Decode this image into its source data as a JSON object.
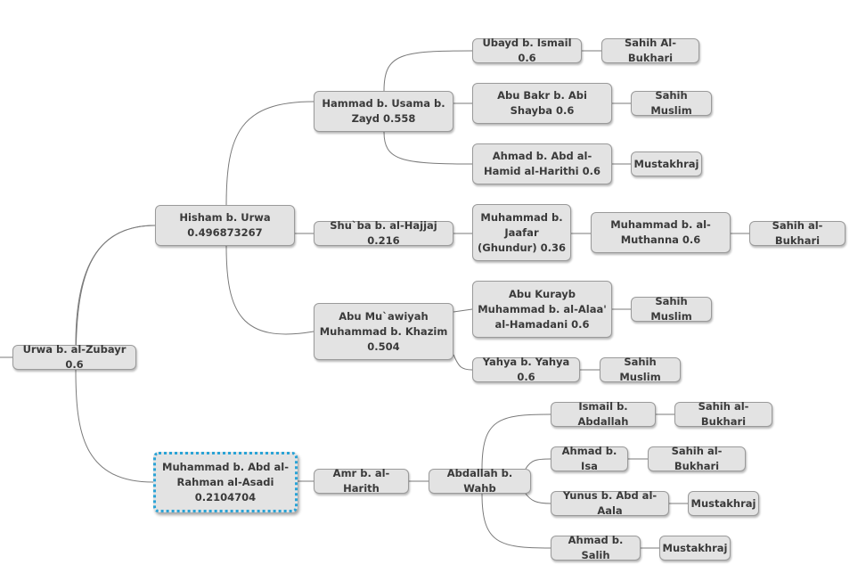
{
  "nodes": {
    "urwa": "Urwa b. al-Zubayr 0.6",
    "hisham": "Hisham b. Urwa 0.496873267",
    "muhammad_asadi": "Muhammad b. Abd al-Rahman al-Asadi 0.2104704",
    "hammad": "Hammad b. Usama b. Zayd 0.558",
    "shuba": "Shu`ba b. al-Hajjaj 0.216",
    "abu_muawiyah": "Abu Mu`awiyah Muhammad b. Khazim 0.504",
    "amr": "Amr b. al-Harith",
    "ubayd": "Ubayd b. Ismail 0.6",
    "abu_bakr": "Abu Bakr b. Abi Shayba 0.6",
    "ahmad_harithi": "Ahmad b. Abd al-Hamid al-Harithi 0.6",
    "muhammad_jaafar": "Muhammad b. Jaafar (Ghundur) 0.36",
    "abu_kurayb": "Abu Kurayb Muhammad b. al-Alaa' al-Hamadani 0.6",
    "yahya": "Yahya b. Yahya 0.6",
    "abdallah_wahb": "Abdallah b. Wahb",
    "muhammad_muthanna": "Muhammad b. al-Muthanna 0.6",
    "ismail": "Ismail b. Abdallah",
    "ahmad_isa": "Ahmad b. Isa",
    "yunus": "Yunus b. Abd al-Aala",
    "ahmad_salih": "Ahmad b. Salih",
    "src_ubayd": "Sahih Al-Bukhari",
    "src_abu_bakr": "Sahih Muslim",
    "src_ahmad_harithi": "Mustakhraj",
    "src_muthanna": "Sahih al-Bukhari",
    "src_abu_kurayb": "Sahih Muslim",
    "src_yahya": "Sahih Muslim",
    "src_ismail": "Sahih al-Bukhari",
    "src_ahmad_isa": "Sahih al-Bukhari",
    "src_yunus": "Mustakhraj",
    "src_ahmad_salih": "Mustakhraj"
  },
  "colors": {
    "node_fill": "#e3e3e3",
    "node_border": "#9a9a9a",
    "edge": "#7a7a7a",
    "selected_border": "#2aa3d6",
    "text": "#3a3a3a"
  },
  "selected_node": "muhammad_asadi"
}
